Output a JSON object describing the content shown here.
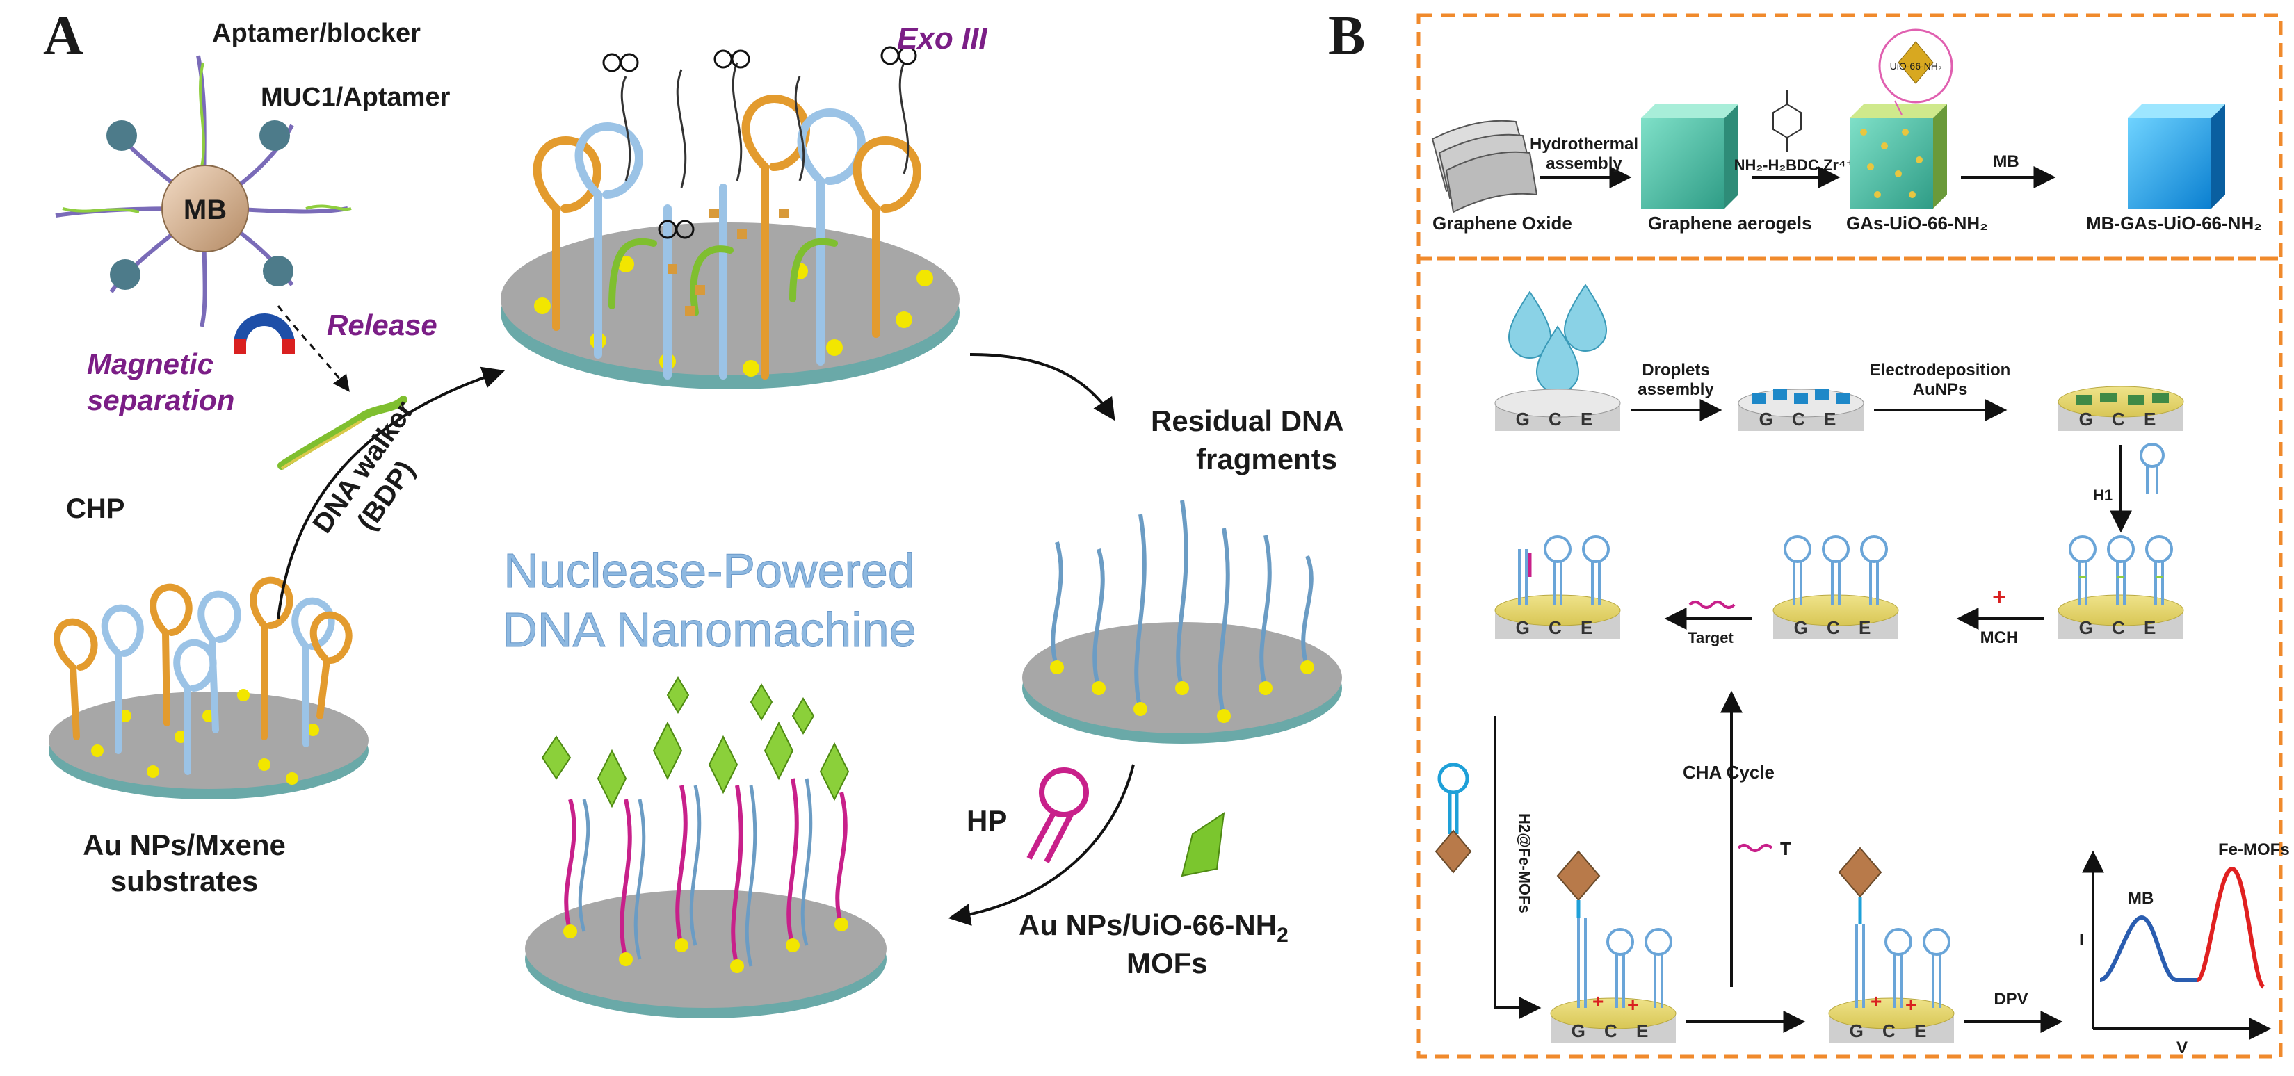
{
  "panelA": {
    "letter": "A",
    "aptamer_blocker": "Aptamer/blocker",
    "muc1_aptamer": "MUC1/Aptamer",
    "mb": "MB",
    "release": "Release",
    "magnetic": "Magnetic",
    "separation": "separation",
    "chp": "CHP",
    "exo": "Exo III",
    "walker1": "DNA walker",
    "walker2": "(BDP)",
    "residual1": "Residual DNA",
    "residual2": "fragments",
    "nuclease1": "Nuclease-Powered",
    "nuclease2": "DNA Nanomachine",
    "substrate1": "Au NPs/Mxene",
    "substrate2": "substrates",
    "hp": "HP",
    "mofs1": "Au NPs/UiO-66-NH",
    "mofs_sub": "2",
    "mofs2": "MOFs"
  },
  "panelB": {
    "letter": "B",
    "graphene_oxide": "Graphene Oxide",
    "hydro1": "Hydrothermal",
    "hydro2": "assembly",
    "aerogels": "Graphene aerogels",
    "nh2_h2bdc": "NH₂-H₂BDC  Zr⁴⁺",
    "uio_label": "UiO-66-NH₂",
    "gas_uio": "GAs-UiO-66-NH₂",
    "mb_step": "MB",
    "mb_gas": "MB-GAs-UiO-66-NH₂",
    "droplets1": "Droplets",
    "droplets2": "assembly",
    "electro1": "Electrodeposition",
    "electro2": "AuNPs",
    "h1": "H1",
    "mch": "MCH",
    "target": "Target",
    "h2": "H2@Fe-MOFs",
    "cha": "CHA Cycle",
    "t": "T",
    "dpv": "DPV",
    "plot_mb": "MB",
    "plot_fe": "Fe-MOFs",
    "axis_i": "I",
    "axis_v": "V",
    "gce": "G C E"
  },
  "colors": {
    "orange_dashed": "#f08a2c",
    "disk_top": "#a9a9a9",
    "disk_side": "#5f9ea0",
    "gold": "#f2e600",
    "title_blue": "#8db8e0",
    "purple": "#7b1e86"
  }
}
